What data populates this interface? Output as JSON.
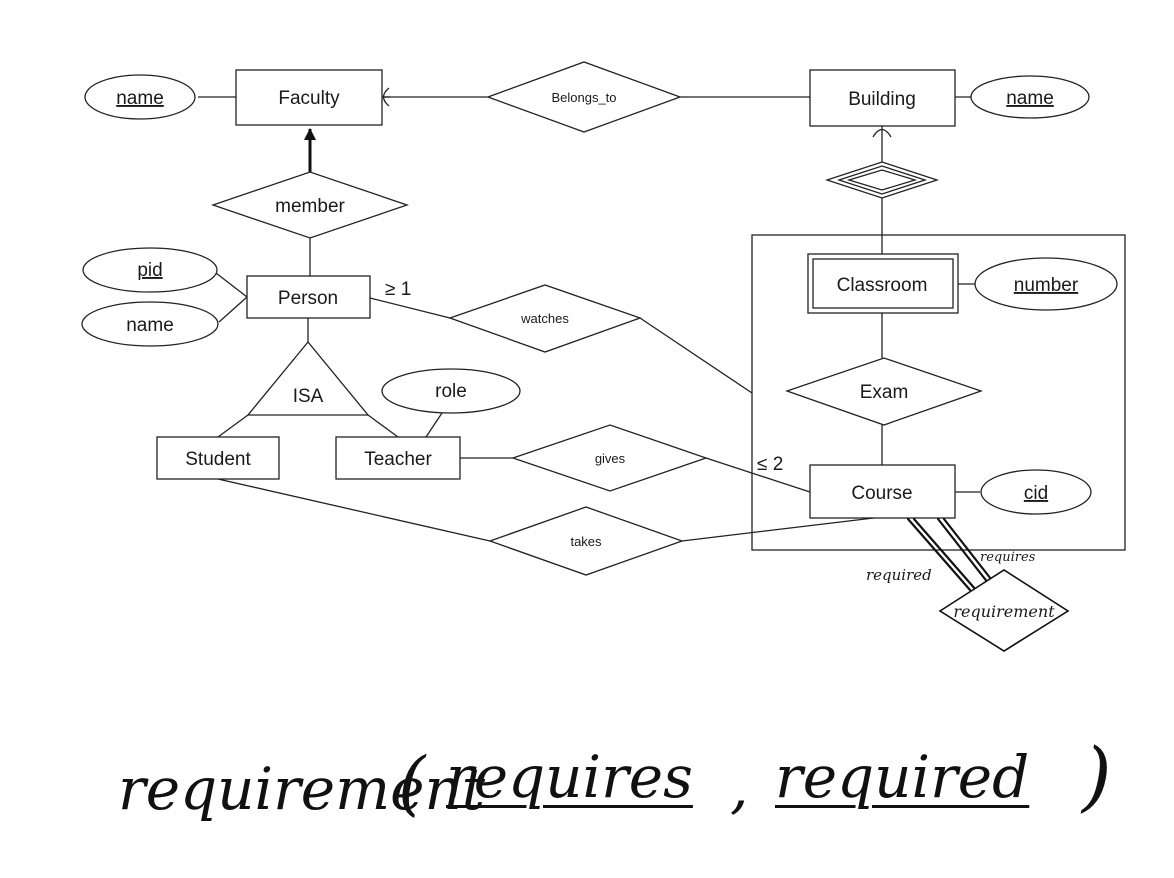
{
  "entities": {
    "faculty": "Faculty",
    "building": "Building",
    "person": "Person",
    "student": "Student",
    "teacher": "Teacher",
    "classroom": "Classroom",
    "course": "Course"
  },
  "attributes": {
    "faculty_name": "name",
    "building_name": "name",
    "person_pid": "pid",
    "person_name": "name",
    "teacher_role": "role",
    "classroom_number": "number",
    "course_cid": "cid"
  },
  "relationships": {
    "belongs_to": "Belongs_to",
    "member": "member",
    "watches": "watches",
    "gives": "gives",
    "takes": "takes",
    "exam": "Exam",
    "isa": "ISA",
    "requirement": "requirement"
  },
  "cardinalities": {
    "watches": "≥ 1",
    "gives": "≤ 2"
  },
  "role_labels": {
    "required": "required",
    "requires": "requires"
  },
  "handwritten_schema": {
    "relation": "requirement",
    "open_paren": "(",
    "key1": "requires",
    "comma": ",",
    "key2": "required",
    "close_paren": ")"
  }
}
